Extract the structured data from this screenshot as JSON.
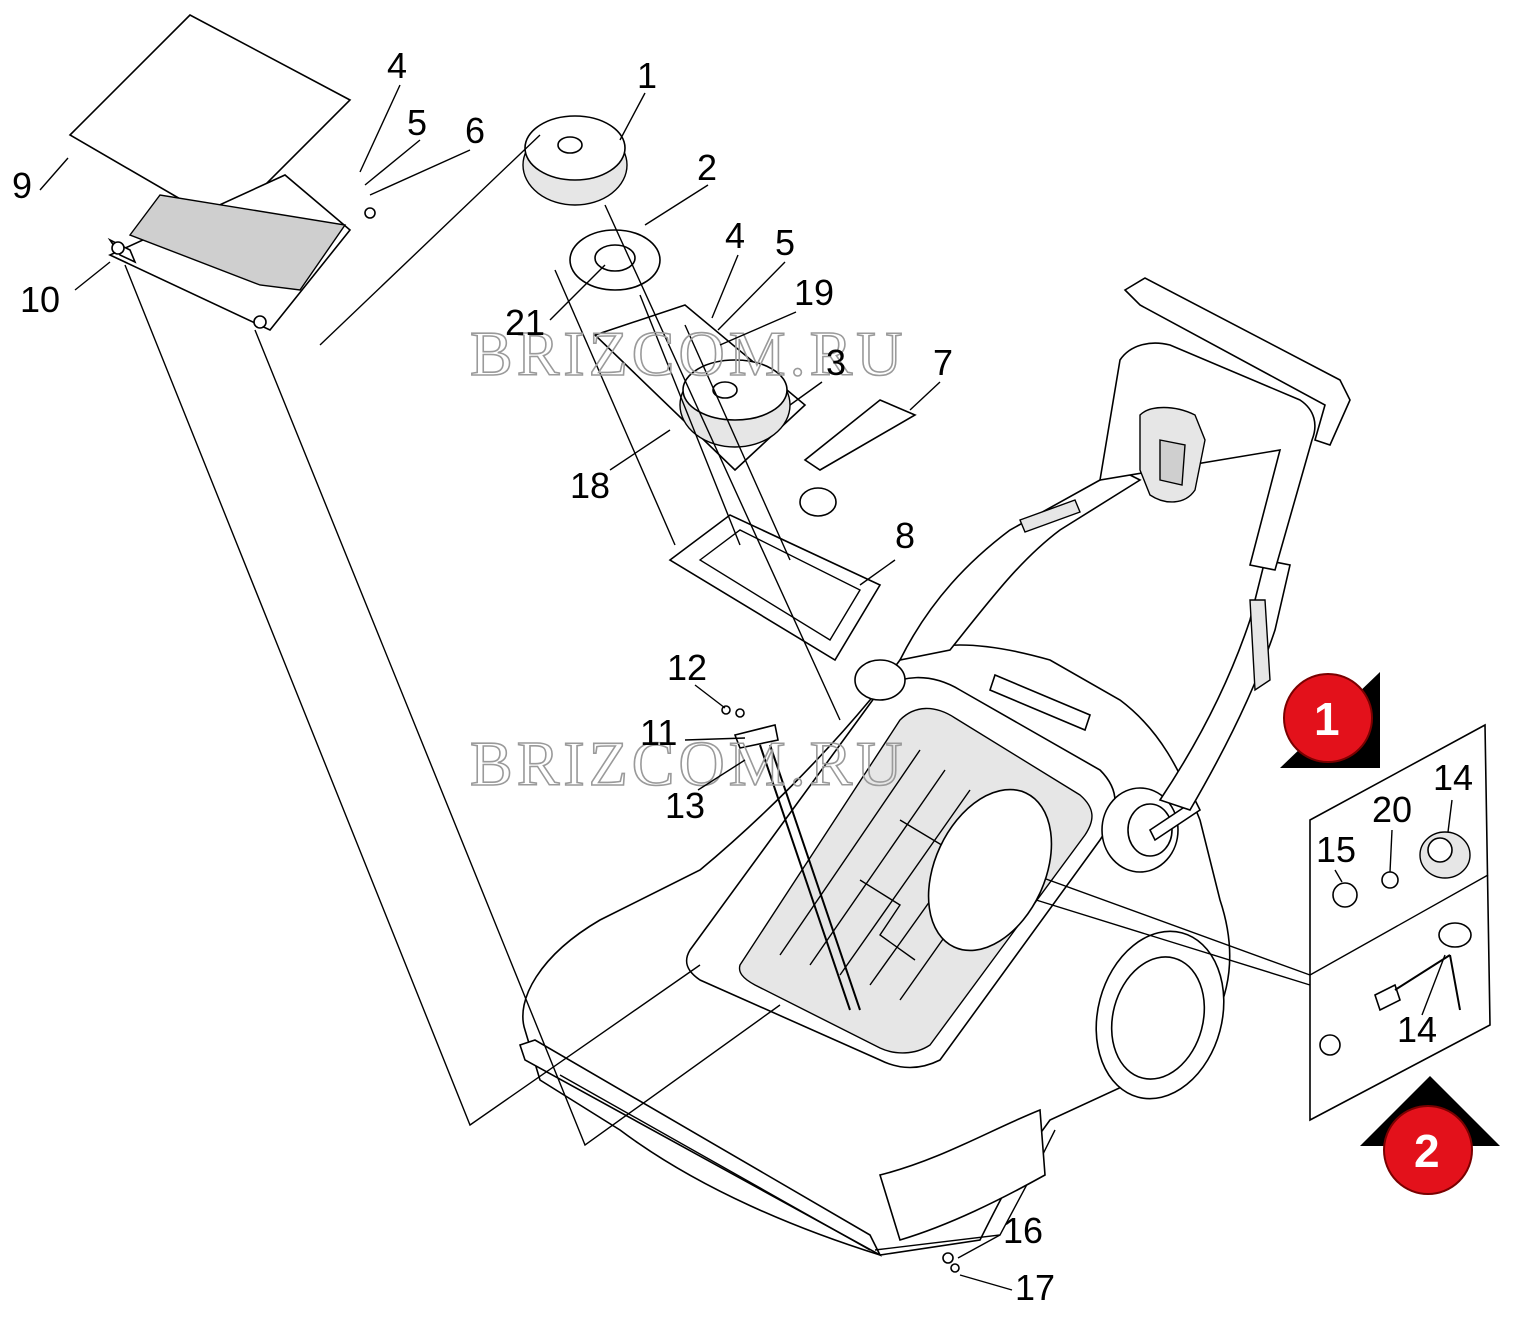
{
  "watermarks": [
    "BRIZCOM.RU",
    "BRIZCOM.RU"
  ],
  "callouts": [
    {
      "id": "c1",
      "text": "1"
    },
    {
      "id": "c2",
      "text": "2"
    },
    {
      "id": "c3",
      "text": "3"
    },
    {
      "id": "c4a",
      "text": "4"
    },
    {
      "id": "c4b",
      "text": "4"
    },
    {
      "id": "c5a",
      "text": "5"
    },
    {
      "id": "c5b",
      "text": "5"
    },
    {
      "id": "c6",
      "text": "6"
    },
    {
      "id": "c7",
      "text": "7"
    },
    {
      "id": "c8",
      "text": "8"
    },
    {
      "id": "c9",
      "text": "9"
    },
    {
      "id": "c10",
      "text": "10"
    },
    {
      "id": "c11",
      "text": "11"
    },
    {
      "id": "c12",
      "text": "12"
    },
    {
      "id": "c13",
      "text": "13"
    },
    {
      "id": "c14a",
      "text": "14"
    },
    {
      "id": "c14b",
      "text": "14"
    },
    {
      "id": "c15",
      "text": "15"
    },
    {
      "id": "c16",
      "text": "16"
    },
    {
      "id": "c17",
      "text": "17"
    },
    {
      "id": "c18",
      "text": "18"
    },
    {
      "id": "c19",
      "text": "19"
    },
    {
      "id": "c20",
      "text": "20"
    },
    {
      "id": "c21",
      "text": "21"
    }
  ],
  "variant_badges": [
    {
      "id": "b1",
      "text": "1"
    },
    {
      "id": "b2",
      "text": "2"
    }
  ],
  "colors": {
    "badge": "#e3111b",
    "badge_shadow": "#000000",
    "line": "#000000",
    "watermark": "#9a9a9a"
  }
}
